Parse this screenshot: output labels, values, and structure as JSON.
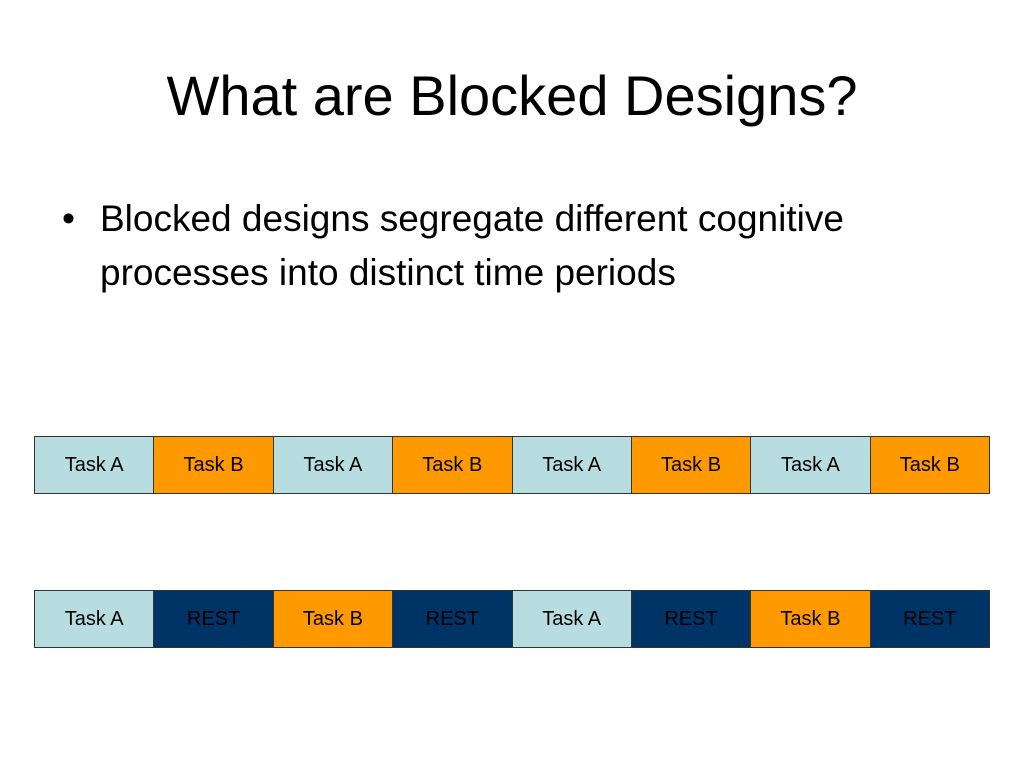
{
  "slide": {
    "title": "What are Blocked Designs?",
    "bullet_symbol": "•",
    "bullets": [
      "Blocked designs segregate different cognitive processes into distinct time periods"
    ]
  },
  "colors": {
    "task_a_fill": "#b8dde0",
    "task_b_fill": "#ff9900",
    "rest_fill": "#003366",
    "text_dark": "#000000",
    "border": "#333333"
  },
  "timelines": [
    {
      "blocks": [
        {
          "label": "Task A",
          "kind": "task_a"
        },
        {
          "label": "Task B",
          "kind": "task_b"
        },
        {
          "label": "Task A",
          "kind": "task_a"
        },
        {
          "label": "Task B",
          "kind": "task_b"
        },
        {
          "label": "Task A",
          "kind": "task_a"
        },
        {
          "label": "Task B",
          "kind": "task_b"
        },
        {
          "label": "Task A",
          "kind": "task_a"
        },
        {
          "label": "Task B",
          "kind": "task_b"
        }
      ]
    },
    {
      "blocks": [
        {
          "label": "Task A",
          "kind": "task_a"
        },
        {
          "label": "REST",
          "kind": "rest"
        },
        {
          "label": "Task B",
          "kind": "task_b"
        },
        {
          "label": "REST",
          "kind": "rest"
        },
        {
          "label": "Task A",
          "kind": "task_a"
        },
        {
          "label": "REST",
          "kind": "rest"
        },
        {
          "label": "Task B",
          "kind": "task_b"
        },
        {
          "label": "REST",
          "kind": "rest"
        }
      ]
    }
  ]
}
